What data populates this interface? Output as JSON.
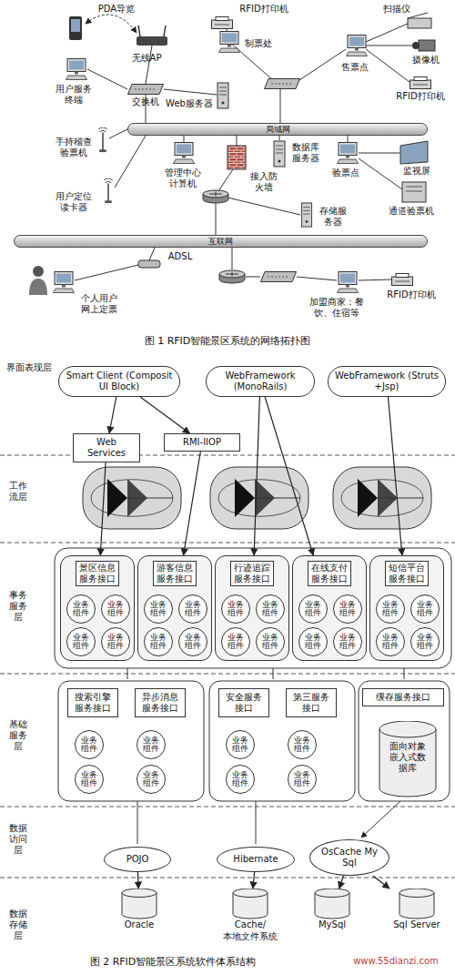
{
  "diagram": {
    "caption": "图 2 RFID智能景区系统软件体系结构",
    "nodes": [
      {
        "text": [
          "局域网"
        ]
      },
      {
        "text": [
          "互联网"
        ]
      },
      {
        "text": [
          "Smart Client (Composit UI Block)"
        ]
      },
      {
        "text": [
          "WebFramework (MonoRails)"
        ]
      },
      {
        "text": [
          "WebFramework (Struts +Jsp)"
        ]
      },
      {
        "text": [
          "Web Services"
        ]
      },
      {
        "text": [
          "RMI-IIOP"
        ]
      },
      {
        "text": [
          "景区信息服务接口"
        ]
      },
      {
        "text": [
          "业务组件"
        ],
        "in": 7
      },
      {
        "text": [
          "业务组件"
        ],
        "in": 7
      },
      {
        "text": [
          "业务组件"
        ],
        "in": 7
      },
      {
        "text": [
          "业务组件"
        ],
        "in": 7
      },
      {
        "text": [
          "游客信息服务接口"
        ]
      },
      {
        "text": [
          "业务组件"
        ],
        "in": 12
      },
      {
        "text": [
          "业务组件"
        ],
        "in": 12
      },
      {
        "text": [
          "业务组件"
        ],
        "in": 12
      },
      {
        "text": [
          "业务组件"
        ],
        "in": 12
      },
      {
        "text": [
          "行迹追踪服务接口"
        ]
      },
      {
        "text": [
          "业务组件"
        ],
        "in": 17
      },
      {
        "text": [
          "业务组件"
        ],
        "in": 17
      },
      {
        "text": [
          "业务组件"
        ],
        "in": 17
      },
      {
        "text": [
          "业务组件"
        ],
        "in": 17
      },
      {
        "text": [
          "在线支付服务接口"
        ]
      },
      {
        "text": [
          "业务组件"
        ],
        "in": 22
      },
      {
        "text": [
          "业务组件"
        ],
        "in": 22
      },
      {
        "text": [
          "业务组件"
        ],
        "in": 22
      },
      {
        "text": [
          "业务组件"
        ],
        "in": 22
      },
      {
        "text": [
          "短信平台服务接口"
        ]
      },
      {
        "text": [
          "业务组件"
        ],
        "in": 27
      },
      {
        "text": [
          "业务组件"
        ],
        "in": 27
      },
      {
        "text": [
          "业务组件"
        ],
        "in": 27
      },
      {
        "text": [
          "业务组件"
        ],
        "in": 27
      },
      {
        "text": [
          "搜索引擎服务接口"
        ]
      },
      {
        "text": [
          "异步消息服务接口"
        ]
      },
      {
        "text": [
          "业务组件"
        ]
      },
      {
        "text": [
          "业务组件"
        ]
      },
      {
        "text": [
          "业务组件"
        ]
      },
      {
        "text": [
          "业务组件"
        ]
      },
      {
        "text": [
          "安全服务接口"
        ]
      },
      {
        "text": [
          "第三服务接口"
        ]
      },
      {
        "text": [
          "业务组件"
        ]
      },
      {
        "text": [
          "业务组件"
        ]
      },
      {
        "text": [
          "业务组件"
        ]
      },
      {
        "text": [
          "业务组件"
        ]
      },
      {
        "text": [
          "缓存服务接口"
        ]
      },
      {
        "text": [
          "面向对象嵌入式数据库"
        ]
      },
      {
        "text": [
          "POJO"
        ]
      },
      {
        "text": [
          "Hibernate"
        ]
      },
      {
        "text": [
          "OsCache My Sql"
        ]
      },
      {
        "text": [
          "Oracle"
        ]
      },
      {
        "text": [
          "Cache/ 本地文件系统"
        ]
      },
      {
        "text": [
          "MySql"
        ]
      },
      {
        "text": [
          "Sql Server"
        ]
      }
    ],
    "edges": [
      {
        "from": 2,
        "to": 5,
        "arrow": "to"
      },
      {
        "from": 2,
        "to": 6,
        "arrow": "to"
      },
      {
        "from": 5,
        "to": 7,
        "arrow": "to"
      },
      {
        "from": 6,
        "to": 12,
        "arrow": "to"
      },
      {
        "from": 3,
        "to": 17,
        "arrow": "to"
      },
      {
        "from": 3,
        "to": 22,
        "arrow": "to"
      },
      {
        "from": 4,
        "to": 27,
        "arrow": "to"
      },
      {
        "from": 46,
        "to": 49,
        "arrow": "to"
      },
      {
        "from": 47,
        "to": 50,
        "arrow": "to"
      },
      {
        "from": 48,
        "to": 51,
        "arrow": "to"
      },
      {
        "from": 48,
        "to": 52,
        "arrow": "to"
      }
    ],
    "labels": [
      "PDA导览",
      "无线AP",
      "用户服务终端",
      "交换机",
      "Web服务器",
      "RFID打印机",
      "制票处",
      "扫描仪",
      "售票点",
      "摄像机",
      "RFID打印机",
      "手持稽查验票机",
      "管理中心计算机",
      "数据库服务器",
      "接入防火墙",
      "存储服务器",
      "验票点",
      "监视屏",
      "通道验票机",
      "用户定位读卡器",
      "ADSL",
      "个人用户网上定票",
      "加盟商家：餐饮、住宿等",
      "RFID打印机",
      "图 1 RFID智能景区系统的网络拓扑图",
      "界面表现层",
      "工作流层",
      "事务服务层",
      "基础服务层",
      "数据访问层",
      "数据存储层",
      "www.55dianzi.com"
    ]
  }
}
